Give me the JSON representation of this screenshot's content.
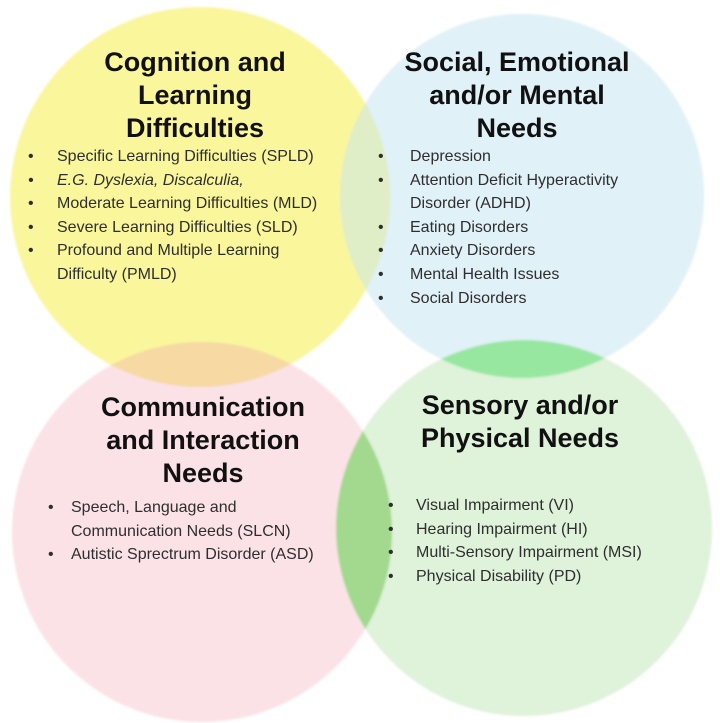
{
  "diagram": {
    "background": "#FFFFFF",
    "title_color": "#111111",
    "text_color": "#2E2E2E",
    "sections": [
      {
        "id": "cognition-learning",
        "title": "Cognition and\nLearning\nDifficulties",
        "color": "#FAF69C",
        "items": [
          "Specific Learning Difficulties (SPLD)",
          "E.G. Dyslexia, Discalculia,",
          "Moderate Learning Difficulties (MLD)",
          "Severe Learning Difficulties (SLD)",
          "Profound and Multiple Learning\nDifficulty (PMLD)"
        ]
      },
      {
        "id": "social-emotional-mental",
        "title": "Social, Emotional\nand/or Mental\nNeeds",
        "color": "#E0F1F8",
        "items": [
          "Depression",
          "Attention Deficit Hyperactivity\nDisorder (ADHD)",
          "Eating Disorders",
          "Anxiety Disorders",
          "Mental Health Issues",
          "Social Disorders"
        ]
      },
      {
        "id": "communication-interaction",
        "title": "Communication\nand Interaction\nNeeds",
        "color": "#FBE2E6",
        "items": [
          "Speech, Language and\nCommunication Needs (SLCN)",
          "Autistic Sprectrum Disorder (ASD)"
        ]
      },
      {
        "id": "sensory-physical",
        "title": "Sensory and/or\nPhysical Needs",
        "color": "#DFF2DA",
        "items": [
          "Visual Impairment (VI)",
          "Hearing Impairment (HI)",
          "Multi-Sensory Impairment (MSI)",
          "Physical Disability (PD)"
        ]
      }
    ],
    "overlap_colors": {
      "cognition_social": "#DFEEC6",
      "cognition_communication": "#F6D9A3",
      "social_sensory": "#97E7A0",
      "communication_sensory": "#A3D98F"
    }
  }
}
